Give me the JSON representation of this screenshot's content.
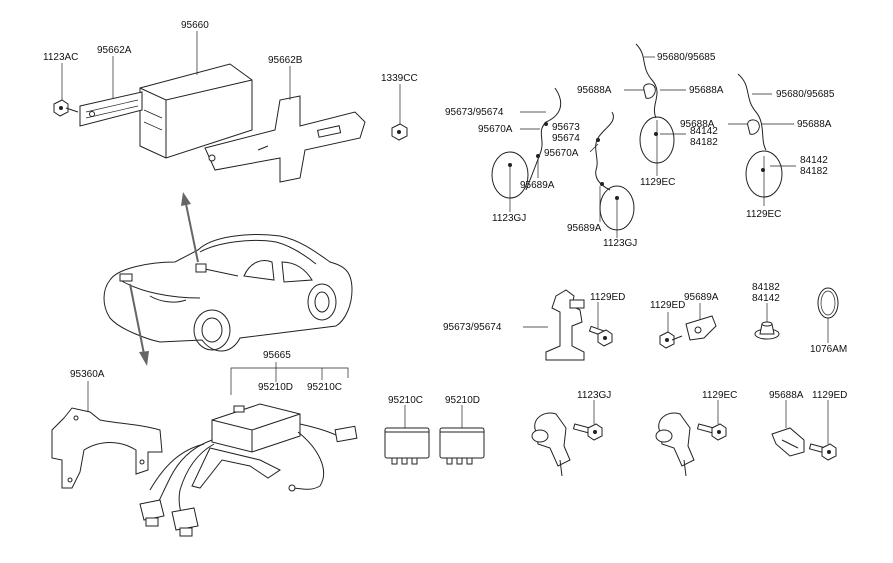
{
  "labels": {
    "l95660": "95660",
    "l1123AC": "1123AC",
    "l95662A": "95662A",
    "l95662B": "95662B",
    "l1339CC": "1339CC",
    "l95680_95685_a": "95680/95685",
    "l95680_95685_b": "95680/95685",
    "l95688A_a": "95688A",
    "l95688A_b": "95688A",
    "l95688A_c": "95688A",
    "l95688A_d": "95688A",
    "l95688A_e": "95688A",
    "l95673_95674_a": "95673/95674",
    "l95670A_a": "95670A",
    "l95673": "95673",
    "l95674": "95674",
    "l95670A_b": "95670A",
    "l84142_a": "84142",
    "l84182_a": "84182",
    "l84142_b": "84142",
    "l84182_b": "84182",
    "l84182_c": "84182",
    "l84142_c": "84142",
    "l1129EC_a": "1129EC",
    "l1129EC_b": "1129EC",
    "l1129EC_c": "1129EC",
    "l95689A_a": "95689A",
    "l95689A_b": "95689A",
    "l95689A_c": "95689A",
    "l1123GJ_a": "1123GJ",
    "l1123GJ_b": "1123GJ",
    "l1123GJ_c": "1123GJ",
    "l1129ED_a": "1129ED",
    "l1129ED_b": "1129ED",
    "l1129ED_c": "1129ED",
    "l95673_95674_b": "95673/95674",
    "l1076AM": "1076AM",
    "l95360A": "95360A",
    "l95665": "95665",
    "l95210D_a": "95210D",
    "l95210C_a": "95210C",
    "l95210C_b": "95210C",
    "l95210D_b": "95210D"
  }
}
